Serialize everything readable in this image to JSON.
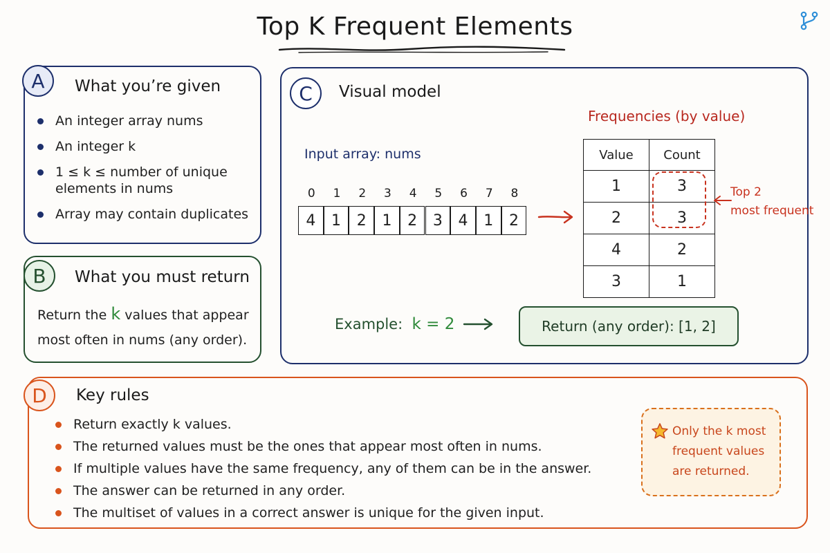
{
  "title": "Top K Frequent Elements",
  "colors": {
    "navy": "#1d2f6b",
    "green": "#24502f",
    "red": "#c8321e",
    "orange": "#d9541c",
    "icon_blue": "#2e8fd8"
  },
  "corner_icon": "branch-icon",
  "section_a": {
    "badge": "A",
    "title": "What you’re given",
    "items": [
      "An integer array nums",
      "An integer k",
      "1 ≤ k ≤ number of unique elements in nums",
      "Array may contain duplicates"
    ]
  },
  "section_b": {
    "badge": "B",
    "title": "What you must return",
    "text_before": "Return the ",
    "k": "k",
    "text_after": " values that appear most often in nums (any order)."
  },
  "section_c": {
    "badge": "C",
    "title": "Visual model",
    "input_label": "Input array: nums",
    "indices": [
      "0",
      "1",
      "2",
      "3",
      "4",
      "5",
      "6",
      "7",
      "8"
    ],
    "array": [
      "4",
      "1",
      "2",
      "1",
      "2",
      "3",
      "4",
      "1",
      "2"
    ],
    "freq_title": "Frequencies (by value)",
    "table_headers": [
      "Value",
      "Count"
    ],
    "table_rows": [
      [
        "1",
        "3"
      ],
      [
        "2",
        "3"
      ],
      [
        "4",
        "2"
      ],
      [
        "3",
        "1"
      ]
    ],
    "top_label_line1": "Top 2",
    "top_label_line2": "most frequent",
    "example_label": "Example:",
    "example_k": "k = 2",
    "return_text": "Return (any order): [1, 2]"
  },
  "section_d": {
    "badge": "D",
    "title": "Key rules",
    "items": [
      "Return exactly k values.",
      "The returned values must be the ones that appear most often in nums.",
      "If multiple values have the same frequency, any of them can be in the answer.",
      "The answer can be returned in any order.",
      "The multiset of values in a correct answer is unique for the given input."
    ],
    "note": "Only the k most frequent values are returned.",
    "note_icon": "star-icon"
  }
}
